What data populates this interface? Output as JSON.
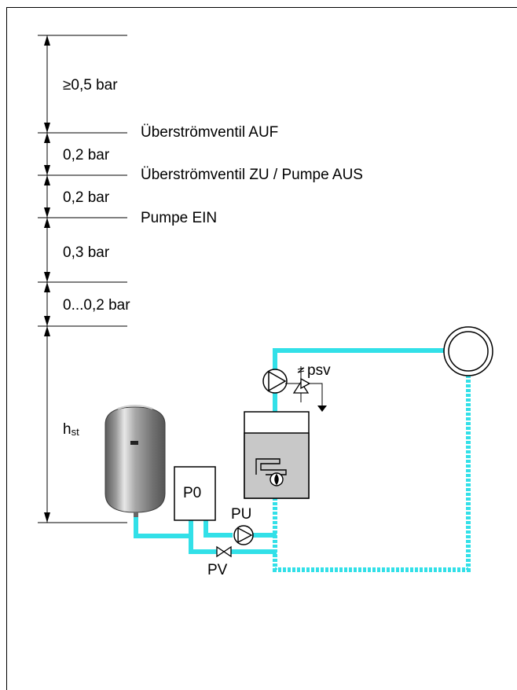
{
  "pressure_scale": {
    "segments": [
      {
        "label": "≥0,5 bar"
      },
      {
        "label": "0,2 bar"
      },
      {
        "label": "0,2 bar"
      },
      {
        "label": "0,3 bar"
      },
      {
        "label": "0...0,2 bar"
      }
    ],
    "height_label": {
      "main": "h",
      "sub": "st"
    }
  },
  "levels": [
    {
      "label": "Überströmventil AUF"
    },
    {
      "label": "Überströmventil ZU / Pumpe AUS"
    },
    {
      "label": "Pumpe EIN"
    }
  ],
  "components": {
    "control_unit": "P0",
    "pump": "PU",
    "valve": "PV",
    "safety_valve": "psv"
  },
  "colors": {
    "pipe": "#32e0e8",
    "boiler_fill": "#c8c8c8",
    "outline": "#000000"
  }
}
